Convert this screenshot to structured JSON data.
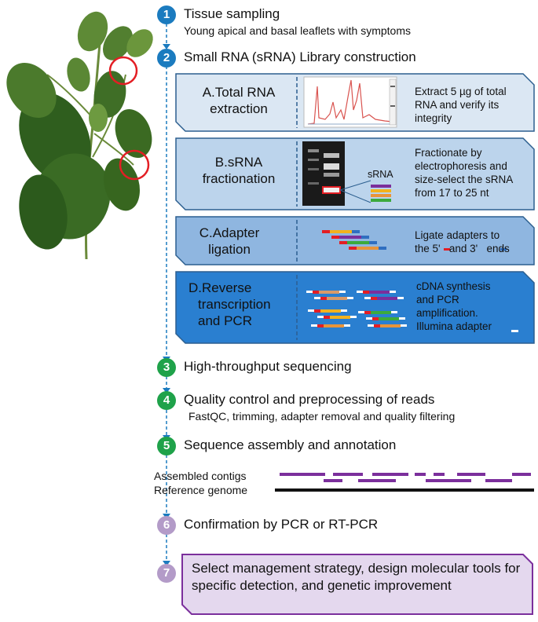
{
  "steps": [
    {
      "num": "1",
      "title": "Tissue sampling",
      "subtitle": "Young apical and basal leaflets with symptoms",
      "color": "#1b7bbf"
    },
    {
      "num": "2",
      "title": "Small RNA (sRNA) Library construction",
      "color": "#1b7bbf"
    },
    {
      "num": "3",
      "title": "High-throughput sequencing",
      "color": "#1fa24a"
    },
    {
      "num": "4",
      "title": "Quality control and preprocessing of reads",
      "subtitle": "FastQC, trimming, adapter removal and quality filtering",
      "color": "#1fa24a"
    },
    {
      "num": "5",
      "title": "Sequence assembly and annotation",
      "color": "#1fa24a"
    },
    {
      "num": "6",
      "title": "Confirmation by PCR or RT-PCR",
      "color": "#b39bc8"
    },
    {
      "num": "7",
      "title": "Select management strategy, design molecular tools for specific detection, and genetic improvement",
      "color": "#b39bc8"
    }
  ],
  "substeps": [
    {
      "label_lines": [
        "A.Total RNA",
        "extraction"
      ],
      "desc_lines": [
        "Extract 5 µg of total",
        "RNA and verify its",
        "integrity"
      ],
      "fill": "#dbe7f3"
    },
    {
      "label_lines": [
        "B.sRNA",
        "fractionation"
      ],
      "desc_lines": [
        "Fractionate by",
        "electrophoresis and",
        "size-select the sRNA",
        "from 17 to 25 nt"
      ],
      "gel_label": "sRNA",
      "fill": "#bcd4ec"
    },
    {
      "label_lines": [
        "C.Adapter",
        "ligation"
      ],
      "desc_lines": [
        "Ligate adapters to",
        "the 5'   and 3'   ends"
      ],
      "fill": "#8fb6e0"
    },
    {
      "label_lines": [
        "D.Reverse",
        "transcription",
        "and PCR"
      ],
      "desc_lines": [
        "cDNA synthesis",
        "and PCR",
        "amplification.",
        "Illumina adapter"
      ],
      "fill": "#2a7fd0"
    }
  ],
  "assembly": {
    "contigs_label": "Assembled contigs",
    "reference_label": "Reference genome",
    "contig_color": "#7b2f9c"
  },
  "colors": {
    "arrow": "#1b7bbf",
    "box_border": "#2c5f8f",
    "final_fill": "#e4d8ee",
    "final_border": "#7b2f9c",
    "seg_red": "#e31e24",
    "seg_yellow": "#f2b21d",
    "seg_blue": "#2f6ec0",
    "seg_green": "#3caa3c",
    "seg_orange": "#e8943a",
    "seg_purple": "#7b2f9c",
    "seg_tan": "#d99a68"
  }
}
